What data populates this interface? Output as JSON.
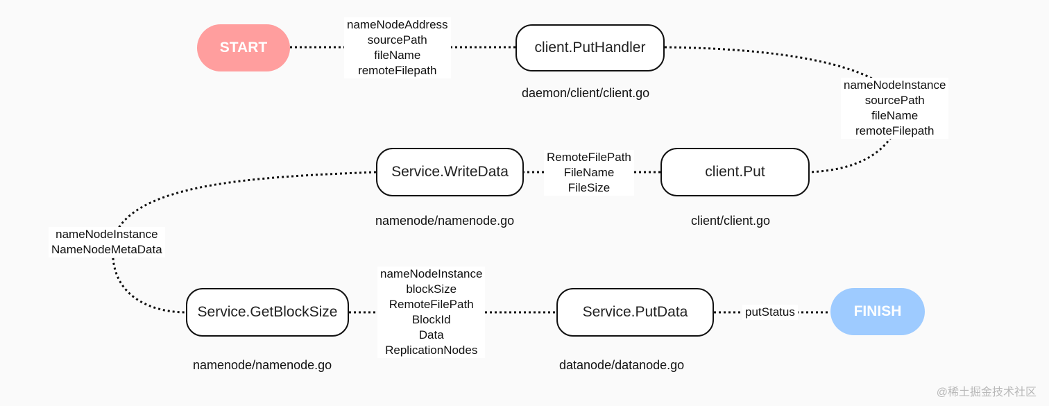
{
  "nodes": {
    "start": "START",
    "put_handler": "client.PutHandler",
    "client_put": "client.Put",
    "write_data": "Service.WriteData",
    "get_block_size": "Service.GetBlockSize",
    "put_data": "Service.PutData",
    "finish": "FINISH"
  },
  "files": {
    "put_handler": "daemon/client/client.go",
    "client_put": "client/client.go",
    "write_data": "namenode/namenode.go",
    "get_block_size": "namenode/namenode.go",
    "put_data": "datanode/datanode.go"
  },
  "edge_labels": {
    "start_to_handler": [
      "nameNodeAddress",
      "sourcePath",
      "fileName",
      "remoteFilepath"
    ],
    "handler_to_put": [
      "nameNodeInstance",
      "sourcePath",
      "fileName",
      "remoteFilepath"
    ],
    "put_to_writedata": [
      "RemoteFilePath",
      "FileName",
      "FileSize"
    ],
    "writedata_to_getblocksize": [
      "nameNodeInstance",
      "NameNodeMetaData"
    ],
    "getblocksize_to_putdata": [
      "nameNodeInstance",
      "blockSize",
      "RemoteFilePath",
      "BlockId",
      "Data",
      "ReplicationNodes"
    ],
    "putdata_to_finish": [
      "putStatus"
    ]
  },
  "watermark": "@稀土掘金技术社区",
  "colors": {
    "start": "#ff9e9e",
    "finish": "#9ecbff",
    "line": "#111111"
  }
}
